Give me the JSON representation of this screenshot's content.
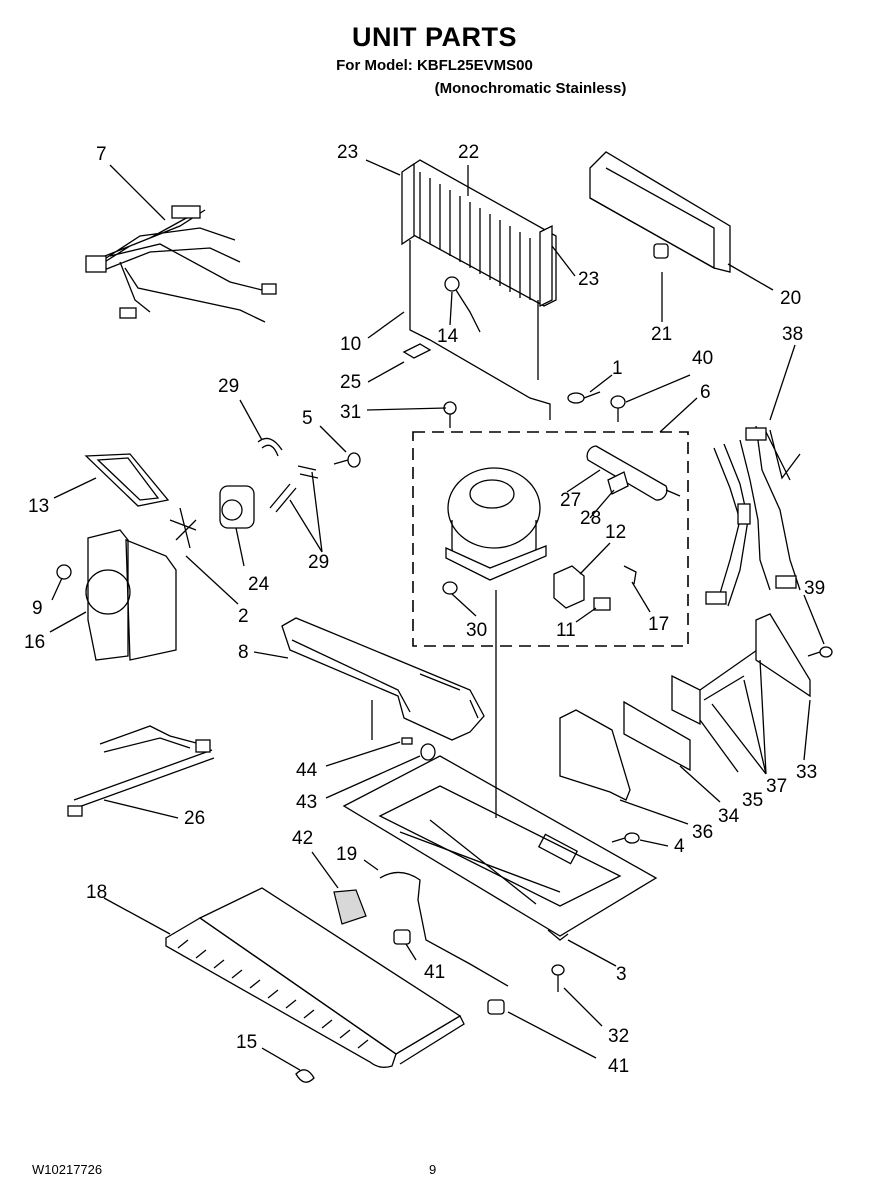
{
  "header": {
    "title": "UNIT PARTS",
    "model": "For Model: KBFL25EVMS00",
    "finish": "(Monochromatic Stainless)"
  },
  "footer": {
    "doc_number": "W10217726",
    "page_number": "9"
  },
  "callouts": {
    "c7": "7",
    "c23a": "23",
    "c22": "22",
    "c23b": "23",
    "c20": "20",
    "c21": "21",
    "c38": "38",
    "c10": "10",
    "c14": "14",
    "c25": "25",
    "c1": "1",
    "c40": "40",
    "c6": "6",
    "c29a": "29",
    "c5": "5",
    "c31": "31",
    "c13": "13",
    "c27": "27",
    "c28": "28",
    "c12": "12",
    "c24": "24",
    "c29b": "29",
    "c9": "9",
    "c2": "2",
    "c16": "16",
    "c30": "30",
    "c11": "11",
    "c17": "17",
    "c39": "39",
    "c8": "8",
    "c44": "44",
    "c43": "43",
    "c26": "26",
    "c33": "33",
    "c37": "37",
    "c35": "35",
    "c34": "34",
    "c36": "36",
    "c4": "4",
    "c42": "42",
    "c19": "19",
    "c18": "18",
    "c41a": "41",
    "c3": "3",
    "c32": "32",
    "c15": "15",
    "c41b": "41"
  }
}
